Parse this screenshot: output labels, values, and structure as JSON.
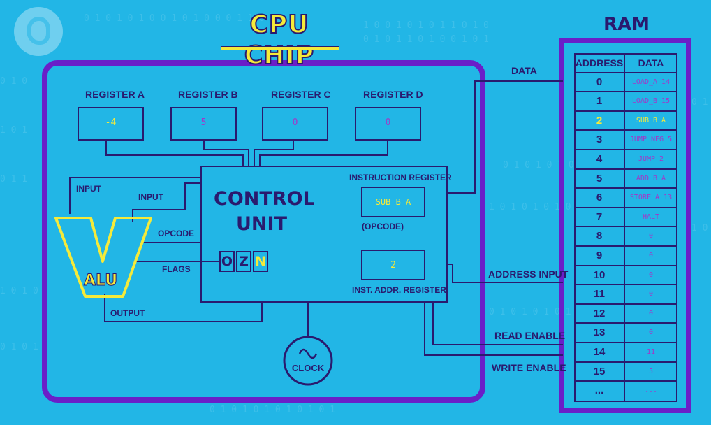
{
  "title": "CPU CHIP",
  "ram_title": "RAM",
  "registers": [
    {
      "label": "REGISTER A",
      "value": "-4",
      "color": "#f5ea3a"
    },
    {
      "label": "REGISTER B",
      "value": "5",
      "color": "#a237c8"
    },
    {
      "label": "REGISTER C",
      "value": "0",
      "color": "#a237c8"
    },
    {
      "label": "REGISTER D",
      "value": "0",
      "color": "#a237c8"
    }
  ],
  "control_unit": {
    "line1": "CONTROL",
    "line2": "UNIT",
    "instruction_register_label": "INSTRUCTION REGISTER",
    "instruction_register_value": "SUB B A",
    "opcode_label": "(OPCODE)",
    "inst_addr_label": "INST. ADDR. REGISTER",
    "inst_addr_value": "2",
    "flags": [
      {
        "letter": "O",
        "active": false
      },
      {
        "letter": "Z",
        "active": false
      },
      {
        "letter": "N",
        "active": true
      }
    ]
  },
  "alu": {
    "label": "ALU",
    "input1": "INPUT",
    "input2": "INPUT",
    "opcode": "OPCODE",
    "flags": "FLAGS",
    "output": "OUTPUT"
  },
  "clock_label": "CLOCK",
  "bus_labels": {
    "data": "DATA",
    "address_input": "ADDRESS INPUT",
    "read_enable": "READ ENABLE",
    "write_enable": "WRITE ENABLE"
  },
  "ram": {
    "headers": {
      "address": "ADDRESS",
      "data": "DATA"
    },
    "highlight_address": "2",
    "rows": [
      {
        "address": "0",
        "data": "LOAD_A 14"
      },
      {
        "address": "1",
        "data": "LOAD_B 15"
      },
      {
        "address": "2",
        "data": "SUB B A"
      },
      {
        "address": "3",
        "data": "JUMP_NEG 5"
      },
      {
        "address": "4",
        "data": "JUMP 2"
      },
      {
        "address": "5",
        "data": "ADD B A"
      },
      {
        "address": "6",
        "data": "STORE_A 13"
      },
      {
        "address": "7",
        "data": "HALT"
      },
      {
        "address": "8",
        "data": "0"
      },
      {
        "address": "9",
        "data": "0"
      },
      {
        "address": "10",
        "data": "0"
      },
      {
        "address": "11",
        "data": "0"
      },
      {
        "address": "12",
        "data": "0"
      },
      {
        "address": "13",
        "data": "0"
      },
      {
        "address": "14",
        "data": "11"
      },
      {
        "address": "15",
        "data": "5"
      },
      {
        "address": "...",
        "data": "..."
      }
    ]
  },
  "colors": {
    "background": "#22b6e6",
    "line": "#2a1a6e",
    "purple": "#6a1fc8",
    "yellow": "#f5ea3a",
    "magenta": "#a237c8"
  }
}
